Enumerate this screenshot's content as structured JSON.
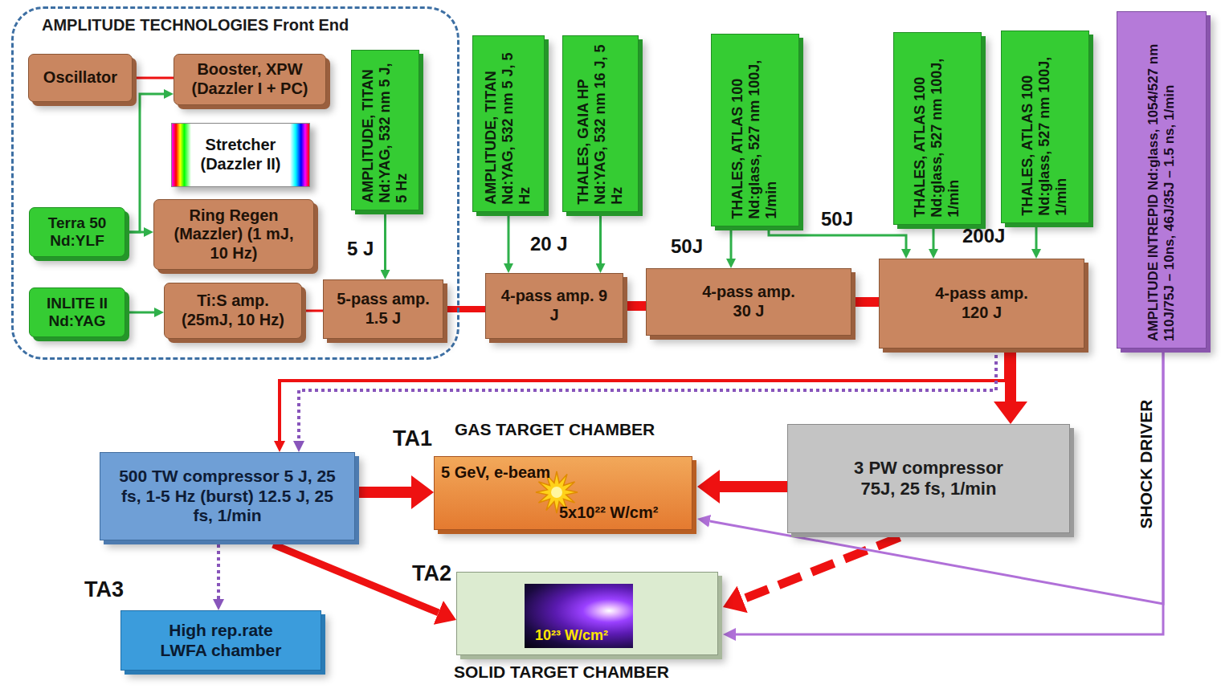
{
  "diagram": {
    "nodes": [
      {
        "text": [
          "AMPLITUDE TECHNOLOGIES Front End"
        ]
      },
      {
        "text": [
          "Oscillator"
        ],
        "in": 0
      },
      {
        "text": [
          "Booster, XPW (Dazzler I + PC)"
        ],
        "in": 0
      },
      {
        "text": [
          "Stretcher (Dazzler II)"
        ],
        "in": 0
      },
      {
        "text": [
          "Terra 50 Nd:YLF"
        ],
        "in": 0
      },
      {
        "text": [
          "Ring Regen (Mazzler) (1 mJ, 10 Hz)"
        ],
        "in": 0
      },
      {
        "text": [
          "INLITE II Nd:YAG"
        ],
        "in": 0
      },
      {
        "text": [
          "Ti:S amp. (25mJ, 10 Hz)"
        ],
        "in": 0
      },
      {
        "text": [
          "AMPLITUDE, TITAN Nd:YAG, 532 nm 5 J, 5 Hz"
        ],
        "in": 0
      },
      {
        "text": [
          "5-pass amp. 1.5 J"
        ],
        "in": 0
      },
      {
        "text": [
          "AMPLITUDE, TITAN Nd:YAG, 532 nm 5 J, 5 Hz"
        ]
      },
      {
        "text": [
          "THALES, GAIA HP Nd:YAG, 532 nm 16 J, 5 Hz"
        ]
      },
      {
        "text": [
          "THALES, ATLAS 100 Nd:glass, 527 nm 100J, 1/min"
        ]
      },
      {
        "text": [
          "THALES, ATLAS 100 Nd:glass, 527 nm 100J, 1/min"
        ]
      },
      {
        "text": [
          "THALES, ATLAS 100 Nd:glass, 527 nm 100J, 1/min"
        ]
      },
      {
        "text": [
          "AMPLITUDE INTREPID Nd:glass, 1054/527 nm 110J/75J – 10ns, 46J/35J – 1.5 ns, 1/min"
        ]
      },
      {
        "text": [
          "4-pass amp. 9 J"
        ]
      },
      {
        "text": [
          "4-pass amp. 30 J"
        ]
      },
      {
        "text": [
          "4-pass amp. 120 J"
        ]
      },
      {
        "text": [
          "500 TW compressor 5 J, 25 fs, 1-5 Hz (burst) 12.5 J, 25 fs, 1/min"
        ]
      },
      {
        "text": [
          "TA1",
          "GAS TARGET CHAMBER",
          "5 GeV, e-beam",
          "5x10²² W/cm²"
        ]
      },
      {
        "text": [
          "3 PW compressor 75J, 25 fs, 1/min"
        ]
      },
      {
        "text": [
          "TA3",
          "High rep.rate LWFA chamber"
        ]
      },
      {
        "text": [
          "TA2",
          "10²³ W/cm²",
          "SOLID TARGET CHAMBER"
        ]
      }
    ],
    "edges": [
      {
        "from": 1,
        "to": 2,
        "arrow": "none"
      },
      {
        "from": 4,
        "to": 2,
        "arrow": "to"
      },
      {
        "from": 4,
        "to": 5,
        "arrow": "to"
      },
      {
        "from": 6,
        "to": 7,
        "arrow": "to"
      },
      {
        "from": 7,
        "to": 9,
        "arrow": "none"
      },
      {
        "from": 8,
        "to": 9,
        "arrow": "to",
        "label": "5 J"
      },
      {
        "from": 9,
        "to": 16,
        "arrow": "none"
      },
      {
        "from": 10,
        "to": 16,
        "arrow": "to"
      },
      {
        "from": 11,
        "to": 16,
        "arrow": "to"
      },
      {
        "from": 16,
        "to": 17,
        "arrow": "none"
      },
      {
        "from": 12,
        "to": 17,
        "arrow": "to",
        "label": "50J"
      },
      {
        "from": 12,
        "to": 18,
        "arrow": "to",
        "label": "50J"
      },
      {
        "from": 13,
        "to": 18,
        "arrow": "to"
      },
      {
        "from": 14,
        "to": 18,
        "arrow": "to"
      },
      {
        "from": 17,
        "to": 18,
        "arrow": "none"
      },
      {
        "from": 18,
        "to": 21,
        "arrow": "to"
      },
      {
        "from": 18,
        "to": 19,
        "arrow": "to"
      },
      {
        "from": 18,
        "to": 19,
        "arrow": "to"
      },
      {
        "from": 19,
        "to": 20,
        "arrow": "to"
      },
      {
        "from": 21,
        "to": 20,
        "arrow": "to"
      },
      {
        "from": 19,
        "to": 23,
        "arrow": "to"
      },
      {
        "from": 21,
        "to": 23,
        "arrow": "to"
      },
      {
        "from": 19,
        "to": 22,
        "arrow": "to"
      },
      {
        "from": 15,
        "to": 20,
        "arrow": "to"
      },
      {
        "from": 15,
        "to": 23,
        "arrow": "to"
      }
    ],
    "labels": [
      "20 J",
      "200J",
      "SHOCK DRIVER"
    ]
  }
}
